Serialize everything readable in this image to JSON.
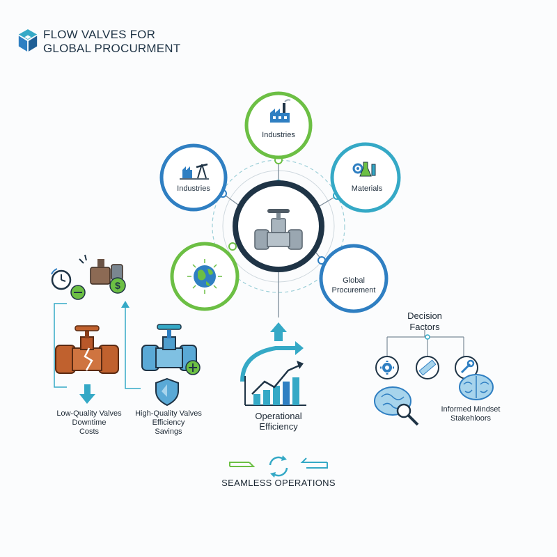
{
  "header": {
    "title_line1": "FLOW VALVES FOR",
    "title_line2": "GLOBAL PROCURMENT"
  },
  "hub": {
    "nodes": [
      {
        "id": "industries-top",
        "label": "Industries",
        "icon": "factory-icon",
        "color": "#6cbf44"
      },
      {
        "id": "industries-left",
        "label": "Industries",
        "icon": "oil-refinery-icon",
        "color": "#2f7fc2"
      },
      {
        "id": "materials",
        "label": "Materials",
        "icon": "chemicals-icon",
        "color": "#35a9c6"
      },
      {
        "id": "globe",
        "label": "",
        "icon": "globe-icon",
        "color": "#6cbf44"
      },
      {
        "id": "global-procurement",
        "label_line1": "Global",
        "label_line2": "Procurement",
        "icon": "",
        "color": "#2f7fc2"
      }
    ],
    "center_icon": "valve-icon"
  },
  "left_panel": {
    "low": {
      "line1": "Low-Quality Valves",
      "line2": "Downtime",
      "line3": "Costs"
    },
    "high": {
      "line1": "High-Quality Valves",
      "line2": "Efficiency",
      "line3": "Savings"
    }
  },
  "center_panel": {
    "line1": "Operational",
    "line2": "Efficiency"
  },
  "right_panel": {
    "title_line1": "Decision",
    "title_line2": "Factors",
    "caption_line1": "Informed Mindset",
    "caption_line2": "Stakehloors"
  },
  "footer": {
    "label": "SEAMLESS OPERATIONS"
  },
  "colors": {
    "navy": "#1f3446",
    "green": "#6cbf44",
    "blue": "#2f7fc2",
    "teal": "#35a9c6",
    "rust": "#c0612e"
  }
}
